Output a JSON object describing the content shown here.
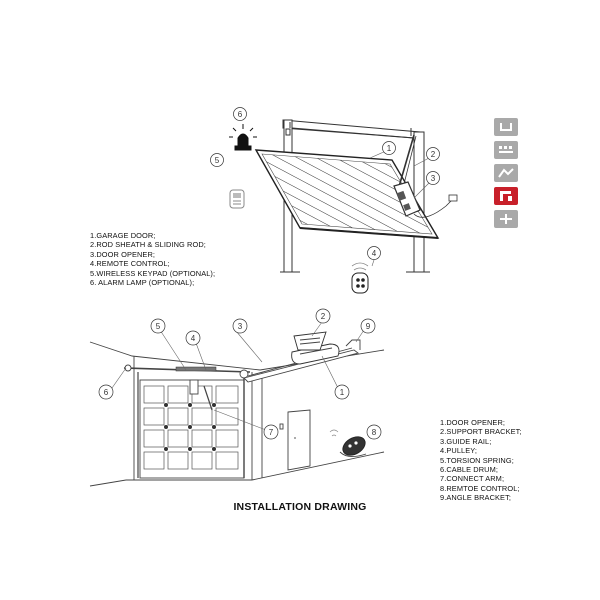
{
  "top_diagram": {
    "callouts": [
      "1",
      "2",
      "3",
      "4",
      "5",
      "6"
    ],
    "legend": [
      "1.GARAGE DOOR;",
      "2.ROD SHEATH & SLIDING ROD;",
      "3.DOOR OPENER;",
      "4.REMOTE CONTROL;",
      "5.WIRELESS KEYPAD (OPTIONAL);",
      "6. ALARM LAMP (OPTIONAL);"
    ]
  },
  "bottom_diagram": {
    "callouts": [
      "1",
      "2",
      "3",
      "4",
      "5",
      "6",
      "7",
      "8",
      "9"
    ],
    "legend": [
      "1.DOOR OPENER;",
      "2.SUPPORT BRACKET;",
      "3.GUIDE RAIL;",
      "4.PULLEY;",
      "5.TORSION SPRING;",
      "6.CABLE DRUM;",
      "7.CONNECT ARM;",
      "8.REMTOE CONTROL;",
      "9.ANGLE BRACKET;"
    ]
  },
  "caption": "INSTALLATION DRAWING",
  "side_tabs": [
    {
      "icon": "tab-icon-1",
      "color": "#a9a9a9",
      "active": false
    },
    {
      "icon": "tab-icon-2",
      "color": "#a9a9a9",
      "active": false
    },
    {
      "icon": "tab-icon-3",
      "color": "#a9a9a9",
      "active": false
    },
    {
      "icon": "tab-icon-4",
      "color": "#c8202a",
      "active": true
    },
    {
      "icon": "tab-icon-5",
      "color": "#a9a9a9",
      "active": false
    }
  ]
}
